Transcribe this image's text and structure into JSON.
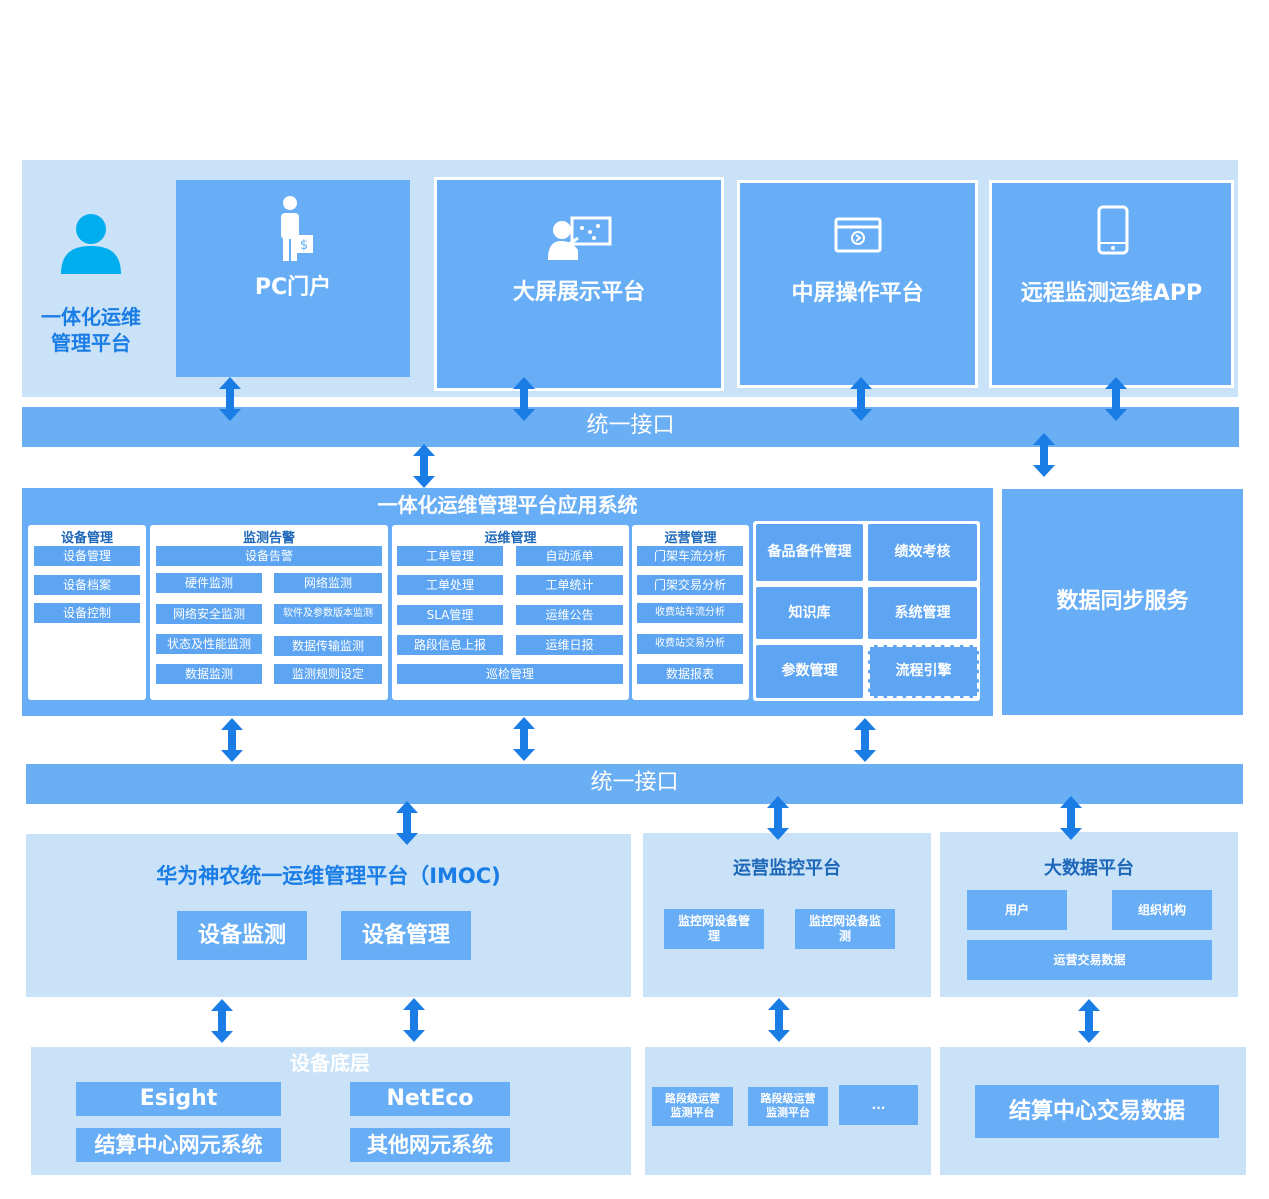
{
  "top": {
    "platform_name_line1": "一体化运维",
    "platform_name_line2": "管理平台",
    "boxes": [
      {
        "label": "PC门户",
        "icon": "person-money-icon"
      },
      {
        "label": "大屏展示平台",
        "icon": "presenter-screen-icon"
      },
      {
        "label": "中屏操作平台",
        "icon": "monitor-icon"
      },
      {
        "label": "远程监测运维APP",
        "icon": "mobile-phone-icon"
      }
    ]
  },
  "interface_bar_1": "统一接口",
  "app_system": {
    "title": "一体化运维管理平台应用系统",
    "sections": [
      {
        "header": "设备管理",
        "items": [
          "设备管理",
          "设备档案",
          "设备控制"
        ]
      },
      {
        "header": "监测告警",
        "items": [
          "设备告警",
          "硬件监测",
          "网络监测",
          "网络安全监测",
          "软件及参数版本监测",
          "状态及性能监测",
          "数据传输监测",
          "数据监测",
          "监测规则设定"
        ]
      },
      {
        "header": "运维管理",
        "items": [
          "工单管理",
          "自动派单",
          "工单处理",
          "工单统计",
          "SLA管理",
          "运维公告",
          "路段信息上报",
          "运维日报",
          "巡检管理"
        ]
      },
      {
        "header": "运营管理",
        "items": [
          "门架车流分析",
          "门架交易分析",
          "收费站车流分析",
          "收费站交易分析",
          "数据报表"
        ]
      }
    ],
    "tiles": [
      "备品备件管理",
      "绩效考核",
      "知识库",
      "系统管理",
      "参数管理",
      "流程引擎"
    ]
  },
  "data_sync": "数据同步服务",
  "interface_bar_2": "统一接口",
  "imoc": {
    "title": "华为神农统一运维管理平台（IMOC)",
    "buttons": [
      "设备监测",
      "设备管理"
    ]
  },
  "ops_monitor": {
    "title": "运营监控平台",
    "items": [
      "监控网设备管理",
      "监控网设备监测"
    ]
  },
  "bigdata": {
    "title": "大数据平台",
    "items": [
      "用户",
      "组织机构",
      "运营交易数据"
    ]
  },
  "device_layer": {
    "title": "设备底层",
    "items": [
      "Esight",
      "NetEco",
      "结算中心网元系统",
      "其他网元系统"
    ]
  },
  "road_platforms": [
    "路段级运营监测平台",
    "路段级运营监测平台",
    "..."
  ],
  "settlement": "结算中心交易数据",
  "colors": {
    "panel": "#c9e2f8",
    "box": "#68aef6",
    "pill": "#5da5f2",
    "arrow": "#1a7de6",
    "header_text": "#1d67b8"
  }
}
